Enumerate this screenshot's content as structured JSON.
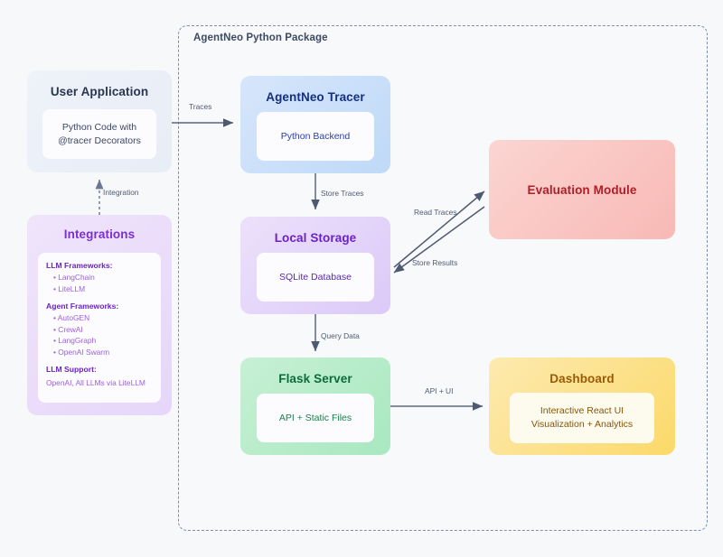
{
  "container": {
    "label": "AgentNeo Python Package"
  },
  "nodes": {
    "user_app": {
      "title": "User Application",
      "inner": [
        "Python Code with",
        "@tracer Decorators"
      ]
    },
    "integrations": {
      "title": "Integrations",
      "sections": [
        {
          "heading": "LLM Frameworks:",
          "items": [
            "LangChain",
            "LiteLLM"
          ]
        },
        {
          "heading": "Agent Frameworks:",
          "items": [
            "AutoGEN",
            "CrewAI",
            "LangGraph",
            "OpenAI Swarm"
          ]
        }
      ],
      "support_heading": "LLM Support:",
      "support_note": "OpenAI, All LLMs via LiteLLM"
    },
    "tracer": {
      "title": "AgentNeo Tracer",
      "inner": [
        "Python Backend"
      ]
    },
    "storage": {
      "title": "Local Storage",
      "inner": [
        "SQLite Database"
      ]
    },
    "flask": {
      "title": "Flask Server",
      "inner": [
        "API + Static Files"
      ]
    },
    "evaluation": {
      "title": "Evaluation Module"
    },
    "dashboard": {
      "title": "Dashboard",
      "inner": [
        "Interactive React UI",
        "Visualization + Analytics"
      ]
    }
  },
  "edges": {
    "traces": "Traces",
    "integration": "Integration",
    "store_traces": "Store Traces",
    "read_traces": "Read Traces",
    "store_results": "Store Results",
    "query_data": "Query Data",
    "api_ui": "API + UI"
  },
  "colors": {
    "background": "#f7f8fa",
    "container_border": "#7b8db0",
    "edge_stroke": "#5b6880",
    "user_app": "#eef2f9",
    "integrations": "#ecdffb",
    "tracer": "#cce0fa",
    "storage": "#e4d5fa",
    "flask": "#b5ecc9",
    "evaluation": "#f9c6c2",
    "dashboard": "#fce28d"
  }
}
